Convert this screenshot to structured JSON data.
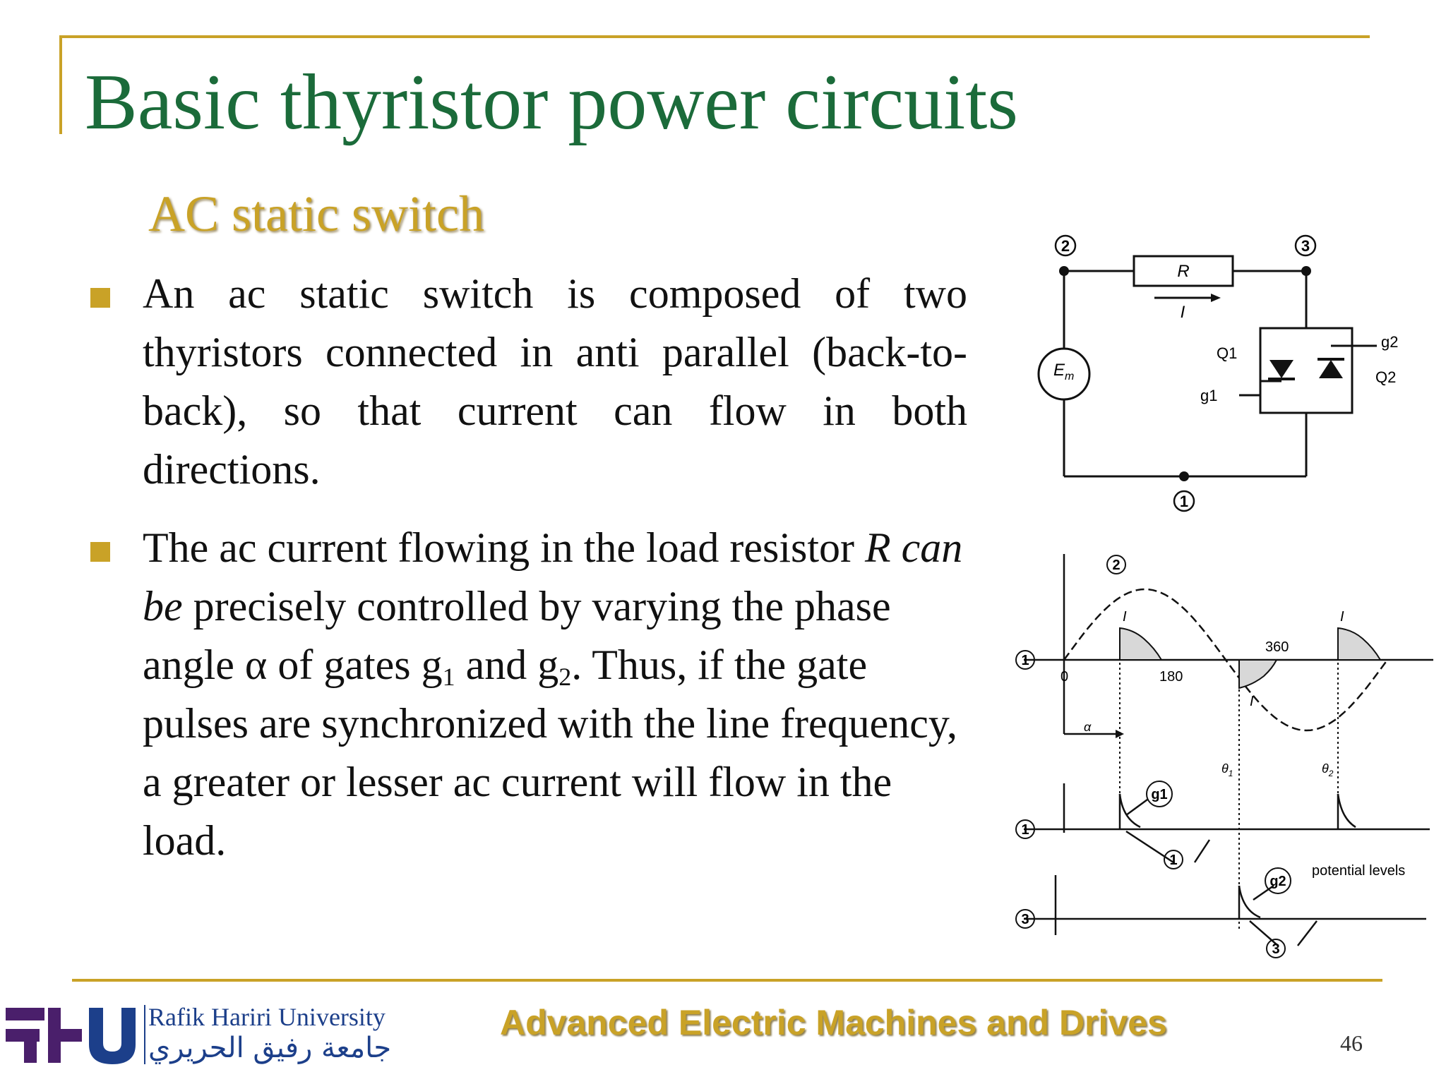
{
  "slide": {
    "title": "Basic thyristor power circuits",
    "subtitle": "AC static switch",
    "page_number": "46"
  },
  "bullets": [
    {
      "text": "An ac static switch is composed of two thyristors connected in anti parallel (back-to-back), so that current can flow in both directions."
    },
    {
      "part1": "The ac current flowing in the load resistor ",
      "r_label": "R",
      "can_be": "can be",
      "part2": " precisely controlled by varying the phase angle α of gates g",
      "g1_sub": "1",
      "and_text": " and g",
      "g2_sub": "2",
      "part3": ". Thus, if the gate pulses are synchronized with the line frequency, a greater or lesser ac current will flow in the load."
    }
  ],
  "circuit": {
    "node1": "1",
    "node2": "2",
    "node3": "3",
    "resistor": "R",
    "current": "I",
    "source": "E",
    "source_sub": "m",
    "q1": "Q1",
    "q2": "Q2",
    "g1": "g1",
    "g2": "g2"
  },
  "waveform": {
    "node1": "1",
    "node2": "2",
    "node3": "3",
    "zero": "0",
    "t180": "180",
    "t360": "360",
    "current_label": "I",
    "alpha": "α",
    "theta1": "θ",
    "theta1_sub": "1",
    "theta2": "θ",
    "theta2_sub": "2",
    "g1": "g1",
    "g2": "g2",
    "potential_levels": "potential levels"
  },
  "footer": {
    "university_en": "Rafik Hariri University",
    "university_ar": "جامعة رفيق الحريري",
    "course": "Advanced Electric Machines and Drives"
  },
  "colors": {
    "title_green": "#1b6b3a",
    "accent_gold": "#c9a227",
    "logo_purple": "#4a1f6b",
    "logo_blue": "#1c3f8a"
  }
}
